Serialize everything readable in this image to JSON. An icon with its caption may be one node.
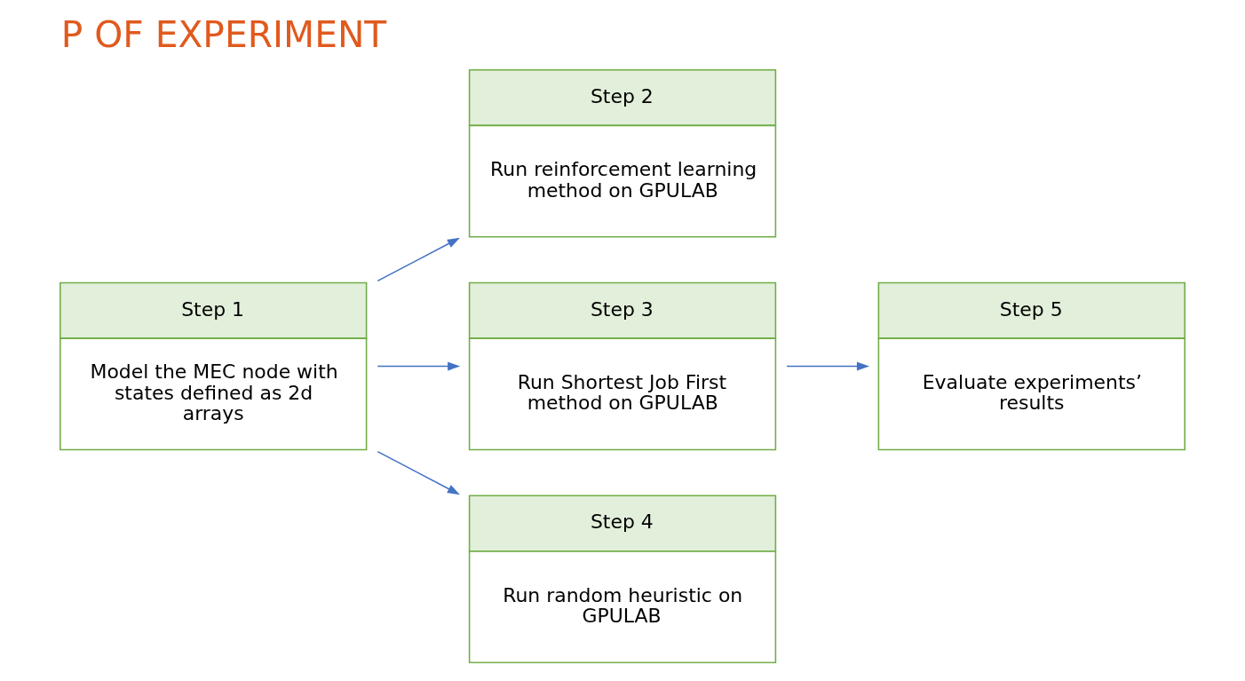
{
  "diagram": {
    "title": "P OF EXPERIMENT",
    "nodes": [
      {
        "text": [
          "Step 1",
          "Model the MEC node with states defined as 2d arrays"
        ]
      },
      {
        "text": [
          "Step 2",
          "Run reinforcement learning method on GPULAB"
        ]
      },
      {
        "text": [
          "Step 3",
          "Run Shortest Job First method on GPULAB"
        ]
      },
      {
        "text": [
          "Step 4",
          "Run random heuristic on GPULAB"
        ]
      },
      {
        "text": [
          "Step 5",
          "Evaluate experiments’ results"
        ]
      }
    ],
    "edges": [
      {
        "from": 0,
        "to": 1,
        "arrow": "to"
      },
      {
        "from": 0,
        "to": 2,
        "arrow": "to"
      },
      {
        "from": 0,
        "to": 3,
        "arrow": "to"
      },
      {
        "from": 2,
        "to": 4,
        "arrow": "to"
      }
    ]
  }
}
